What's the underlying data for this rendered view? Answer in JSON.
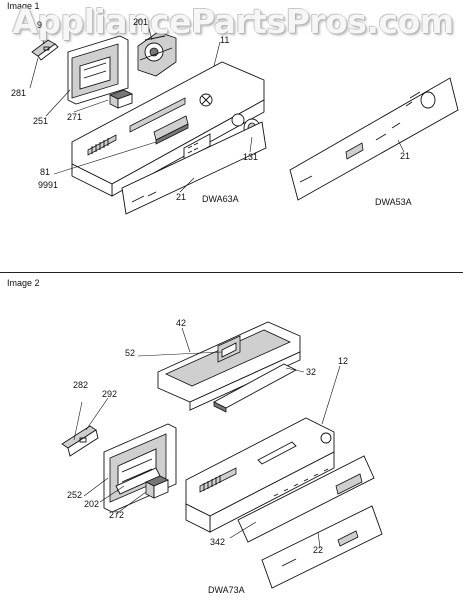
{
  "watermark": "AppliancePartsPros.com",
  "image1": {
    "title": "Image 1",
    "callouts": {
      "c9": "9",
      "c201": "201",
      "c11": "11",
      "c281": "281",
      "c251": "251",
      "c271": "271",
      "c81": "81",
      "c9991": "9991",
      "c131": "131",
      "c21a": "21",
      "c21b": "21"
    },
    "models": {
      "left": "DWA63A",
      "right": "DWA53A"
    }
  },
  "image2": {
    "title": "Image 2",
    "callouts": {
      "c42": "42",
      "c52": "52",
      "c32": "32",
      "c292": "292",
      "c282": "282",
      "c12": "12",
      "c252": "252",
      "c202": "202",
      "c272": "272",
      "c342": "342",
      "c22": "22"
    },
    "model": "DWA73A"
  }
}
